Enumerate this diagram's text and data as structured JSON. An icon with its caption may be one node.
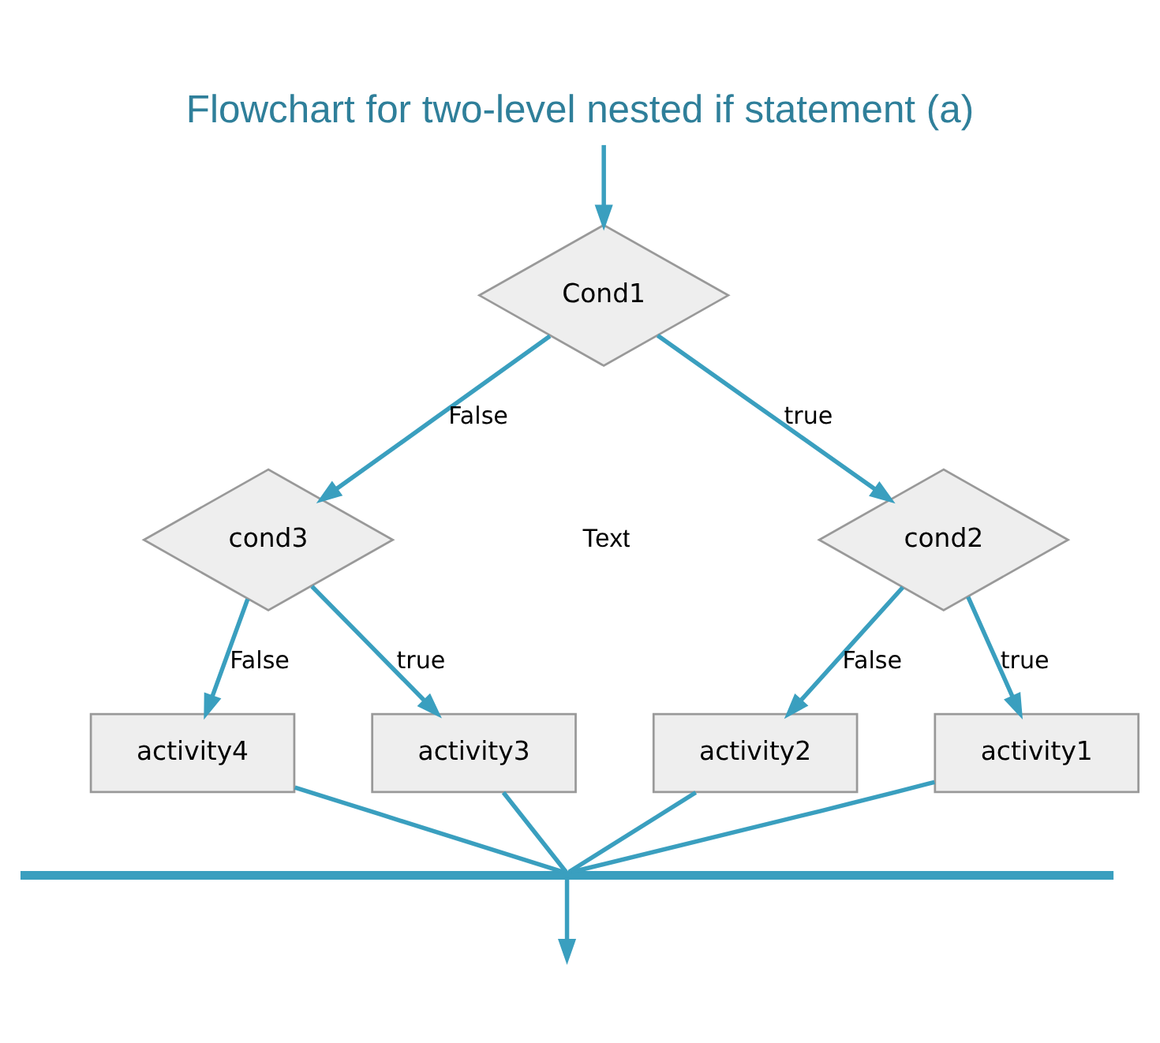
{
  "diagram": {
    "title": "Flowchart for two-level nested if statement (a)",
    "nodes": [
      {
        "text": [
          "Cond1"
        ]
      },
      {
        "text": [
          "cond3"
        ]
      },
      {
        "text": [
          "cond2"
        ]
      },
      {
        "text": [
          "activity4"
        ]
      },
      {
        "text": [
          "activity3"
        ]
      },
      {
        "text": [
          "activity2"
        ]
      },
      {
        "text": [
          "activity1"
        ]
      },
      {
        "text": [],
        "shape": "bar"
      }
    ],
    "edges": [
      {
        "from": null,
        "to": 0,
        "arrow": "to"
      },
      {
        "from": 0,
        "to": 1,
        "arrow": "to",
        "label": "False"
      },
      {
        "from": 0,
        "to": 2,
        "arrow": "to",
        "label": "true"
      },
      {
        "from": 1,
        "to": 3,
        "arrow": "to",
        "label": "False"
      },
      {
        "from": 1,
        "to": 4,
        "arrow": "to",
        "label": "true"
      },
      {
        "from": 2,
        "to": 5,
        "arrow": "to",
        "label": "False"
      },
      {
        "from": 2,
        "to": 6,
        "arrow": "to",
        "label": "true"
      },
      {
        "from": 3,
        "to": 7,
        "arrow": "none"
      },
      {
        "from": 4,
        "to": 7,
        "arrow": "none"
      },
      {
        "from": 5,
        "to": 7,
        "arrow": "none"
      },
      {
        "from": 6,
        "to": 7,
        "arrow": "none"
      },
      {
        "from": 7,
        "to": null,
        "arrow": "to"
      }
    ],
    "labels": [
      "Text"
    ]
  }
}
